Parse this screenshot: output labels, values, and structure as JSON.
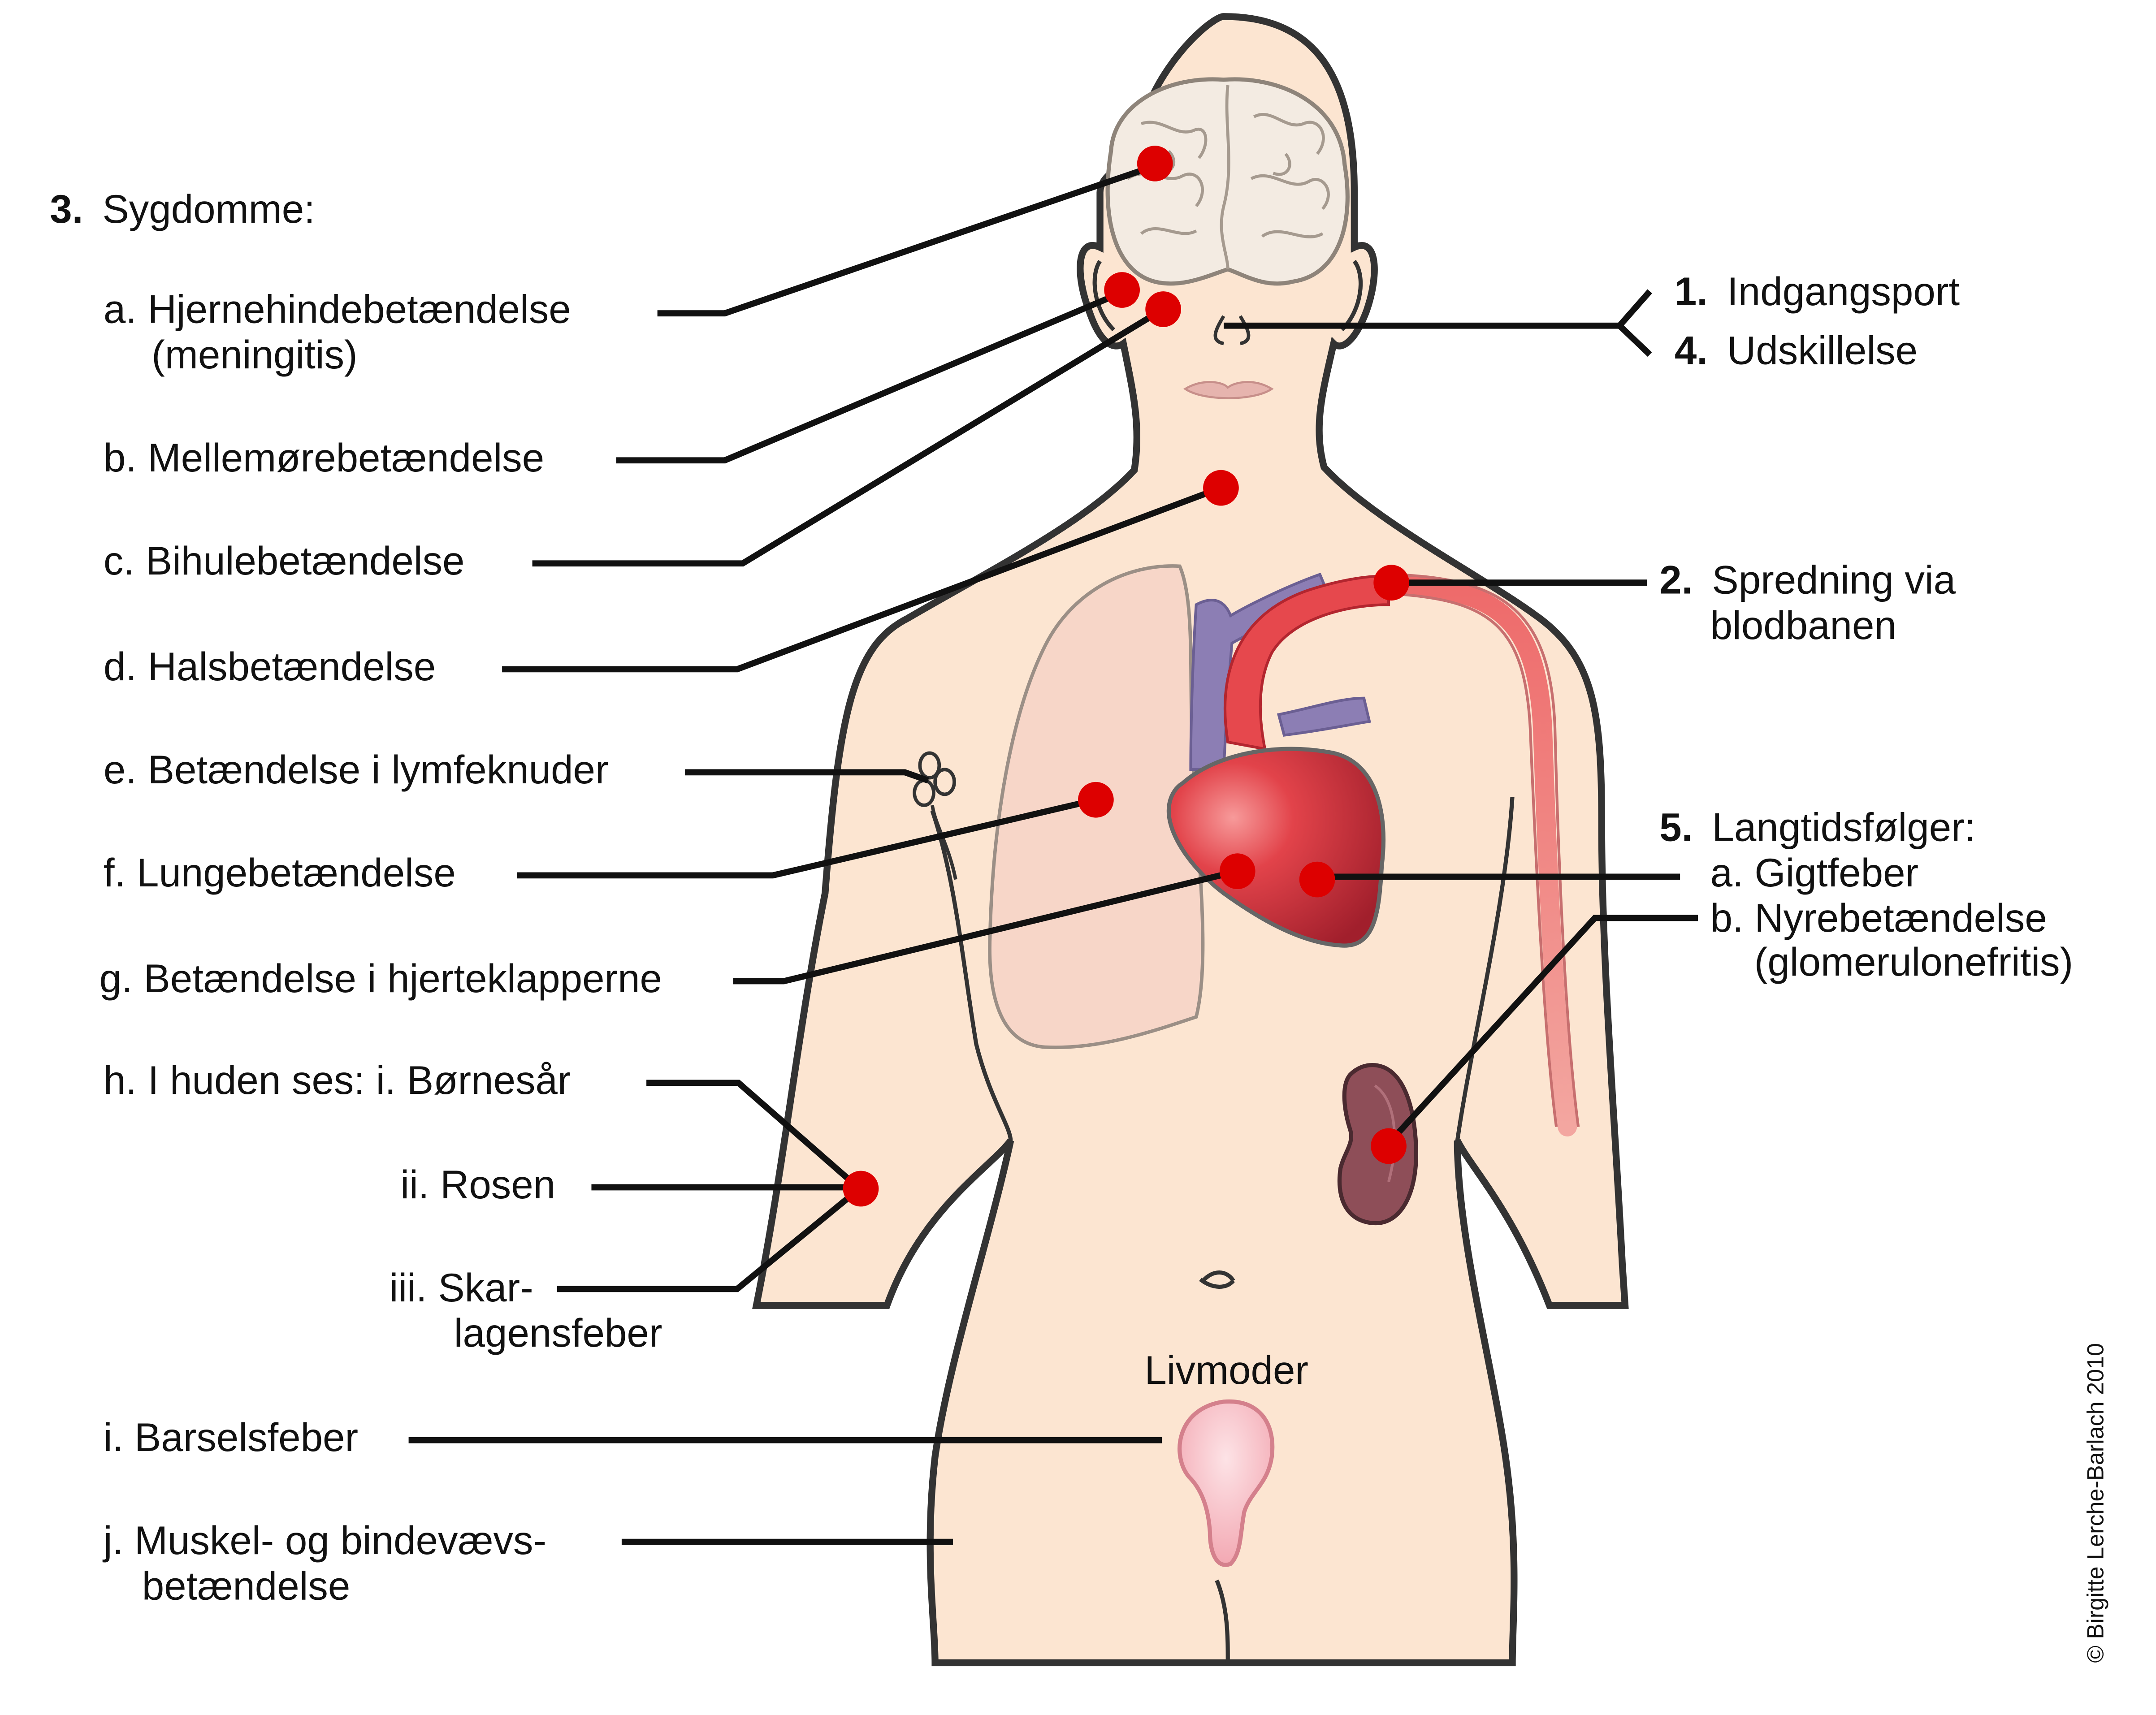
{
  "colors": {
    "skin": "#fce5d1",
    "lung": "#f6d3c7",
    "heart_red": "#d63640",
    "heart_dark": "#a11f2c",
    "vein_purple": "#8c7eb4",
    "artery_pink": "#ef7a7a",
    "kidney": "#8e4e58",
    "uterus": "#f7b8c0",
    "marker": "#dd0000",
    "lips": "#e6b4ae"
  },
  "icons": {
    "marker": "red-dot",
    "brain": "brain-illustration"
  },
  "left_labels": {
    "heading": {
      "num": "3.",
      "text": "Sygdomme:"
    },
    "a_line1": "a. Hjernehindebetændelse",
    "a_line2": "(meningitis)",
    "b": "b. Mellemørebetændelse",
    "c": "c. Bihulebetændelse",
    "d": "d. Halsbetændelse",
    "e": "e. Betændelse i lymfeknuder",
    "f": "f. Lungebetændelse",
    "g": "g. Betændelse i hjerteklapperne",
    "h": "h. I huden ses: i. Børnesår",
    "h_ii": "ii. Rosen",
    "h_iii_line1": "iii. Skar-",
    "h_iii_line2": "lagensfeber",
    "i": "i. Barselsfeber",
    "j_line1": "j. Muskel- og bindevævs-",
    "j_line2": "betændelse"
  },
  "right_labels": {
    "entry": {
      "num": "1.",
      "text": "Indgangsport"
    },
    "excretion": {
      "num": "4.",
      "text": "Udskillelse"
    },
    "spread": {
      "num": "2.",
      "text_line1": "Spredning via",
      "text_line2": "blodbanen"
    },
    "longterm": {
      "num": "5.",
      "text": "Langtidsfølger:"
    },
    "longterm_a": "a. Gigtfeber",
    "longterm_b_line1": "b. Nyrebetændelse",
    "longterm_b_line2": "(glomerulonefritis)"
  },
  "center_labels": {
    "uterus": "Livmoder"
  },
  "copyright": "© Birgitte Lerche-Barlach 2010"
}
